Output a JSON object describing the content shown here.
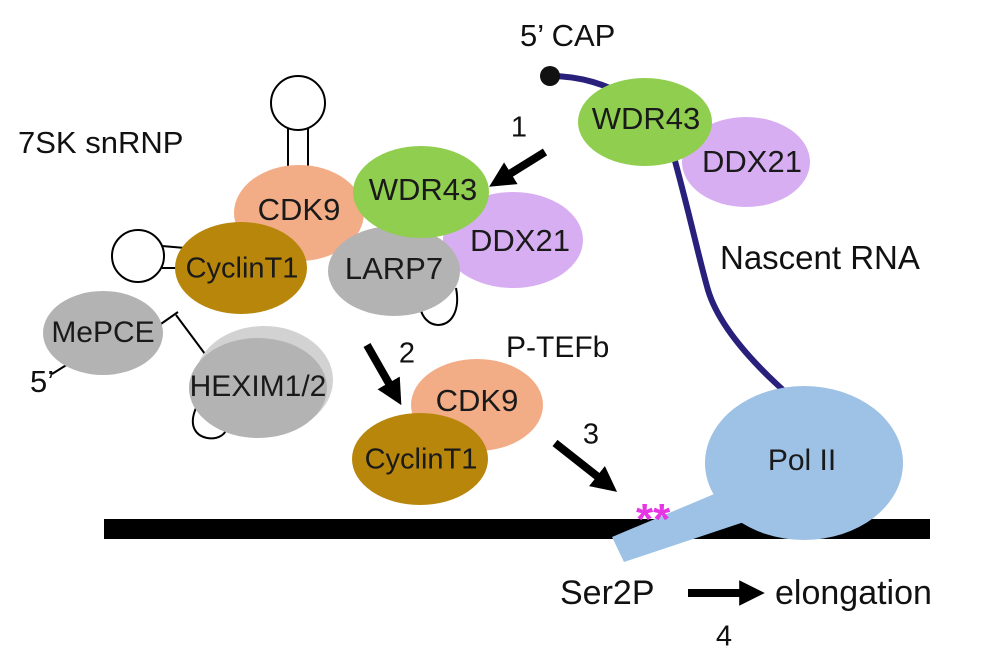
{
  "labels": {
    "complex_7sk": "7SK snRNP",
    "five_prime_cap": "5’ CAP",
    "five_prime": "5’",
    "nascent_rna": "Nascent RNA",
    "p_tefb": "P-TEFb",
    "ser2p": "Ser2P",
    "elongation": "elongation",
    "phospho_marks": "**"
  },
  "molecules": {
    "wdr43_rna": "WDR43",
    "ddx21_rna": "DDX21",
    "cdk9_snrnp": "CDK9",
    "wdr43_snrnp": "WDR43",
    "ddx21_snrnp": "DDX21",
    "larp7": "LARP7",
    "cyclint1_snrnp": "CyclinT1",
    "mepce": "MePCE",
    "hexim": "HEXIM1/2",
    "cdk9_free": "CDK9",
    "cyclint1_free": "CyclinT1",
    "pol2": "Pol II"
  },
  "steps": [
    "1",
    "2",
    "3",
    "4"
  ],
  "colors": {
    "wdr43": "#8fce4e",
    "ddx21": "#d8aef2",
    "cdk9": "#f2ac86",
    "cyclint1": "#b8860b",
    "gray_protein": "#b3b3b3",
    "pol2": "#9ec1e6",
    "rna_strand": "#28207a",
    "dna": "#000000",
    "phospho": "#e535e5"
  }
}
